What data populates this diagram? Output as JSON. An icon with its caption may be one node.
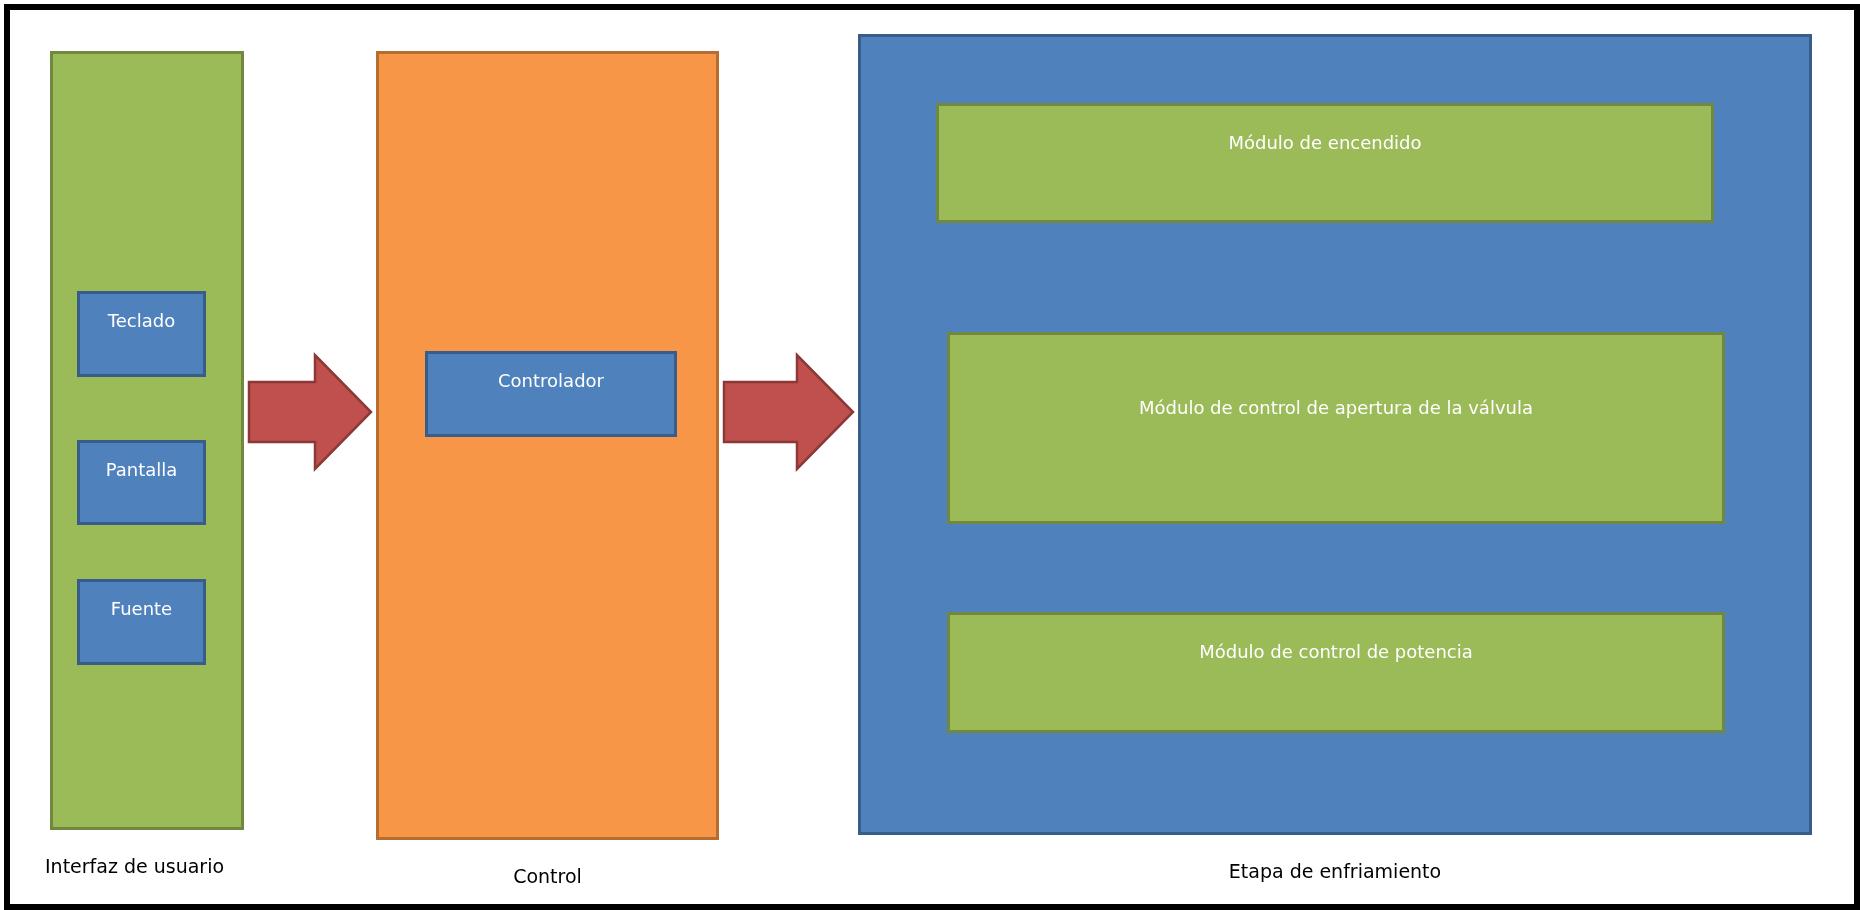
{
  "diagram": {
    "nodes": [
      {
        "text": [
          "Interfaz de usuario"
        ]
      },
      {
        "text": [
          "Teclado"
        ],
        "in": 0
      },
      {
        "text": [
          "Pantalla"
        ],
        "in": 0
      },
      {
        "text": [
          "Fuente"
        ],
        "in": 0
      },
      {
        "text": [
          "Control"
        ]
      },
      {
        "text": [
          "Controlador"
        ],
        "in": 4
      },
      {
        "text": [
          "Etapa de enfriamiento"
        ]
      },
      {
        "text": [
          "Módulo de encendido"
        ],
        "in": 6
      },
      {
        "text": [
          "Módulo de control de apertura de la válvula"
        ],
        "in": 6
      },
      {
        "text": [
          "Módulo de control de potencia"
        ],
        "in": 6
      }
    ],
    "edges": [
      {
        "from": 0,
        "to": 4,
        "arrow": "to"
      },
      {
        "from": 4,
        "to": 6,
        "arrow": "to"
      }
    ]
  }
}
